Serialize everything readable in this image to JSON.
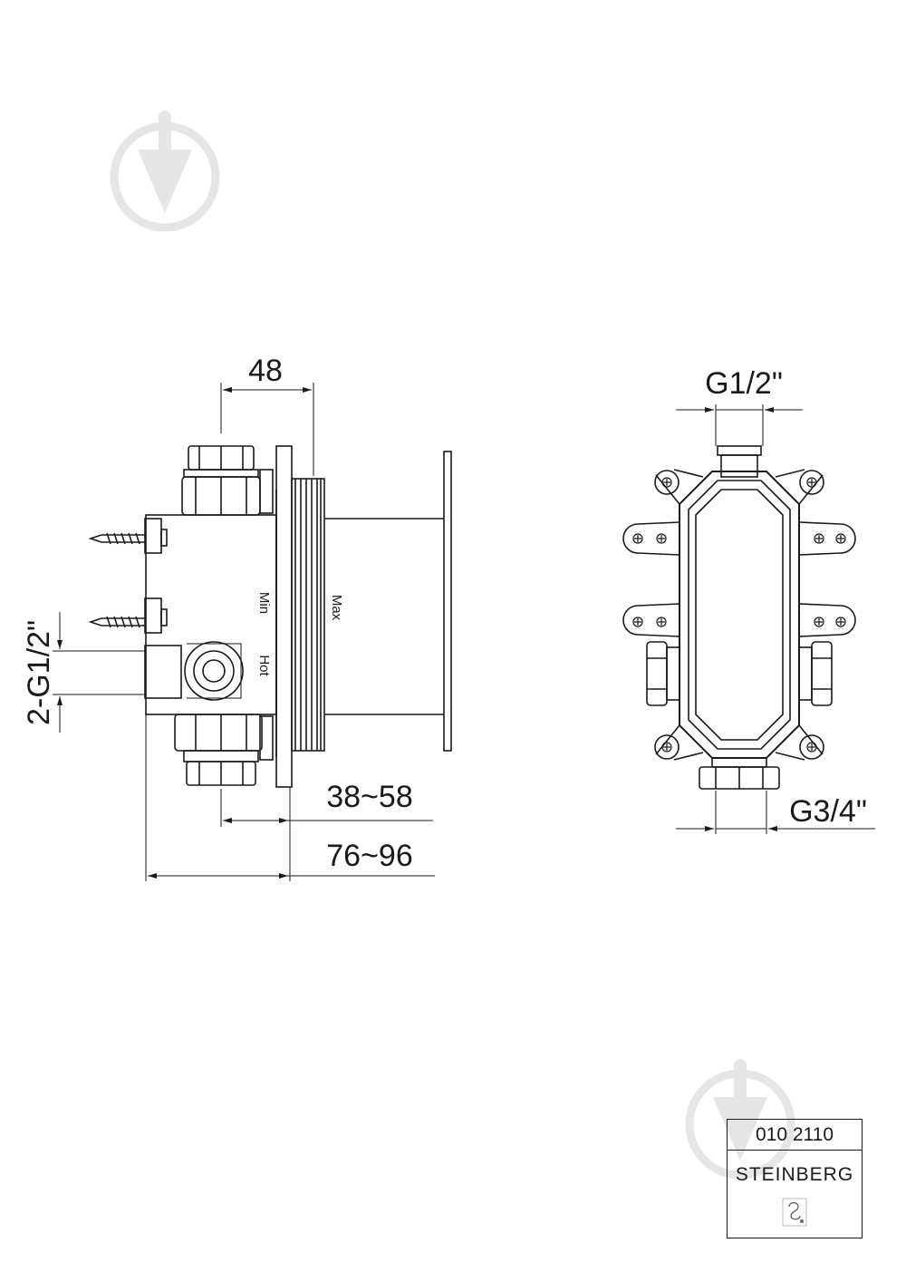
{
  "side_view": {
    "dim_top": "48",
    "dim_inlet": "2-G1/2\"",
    "dim_depth_1": "38~58",
    "dim_depth_2": "76~96",
    "label_min": "Min",
    "label_max": "Max",
    "label_hot": "Hot"
  },
  "front_view": {
    "dim_top": "G1/2\"",
    "dim_bottom": "G3/4\""
  },
  "title_block": {
    "code": "010 2110",
    "brand": "STEINBERG"
  }
}
